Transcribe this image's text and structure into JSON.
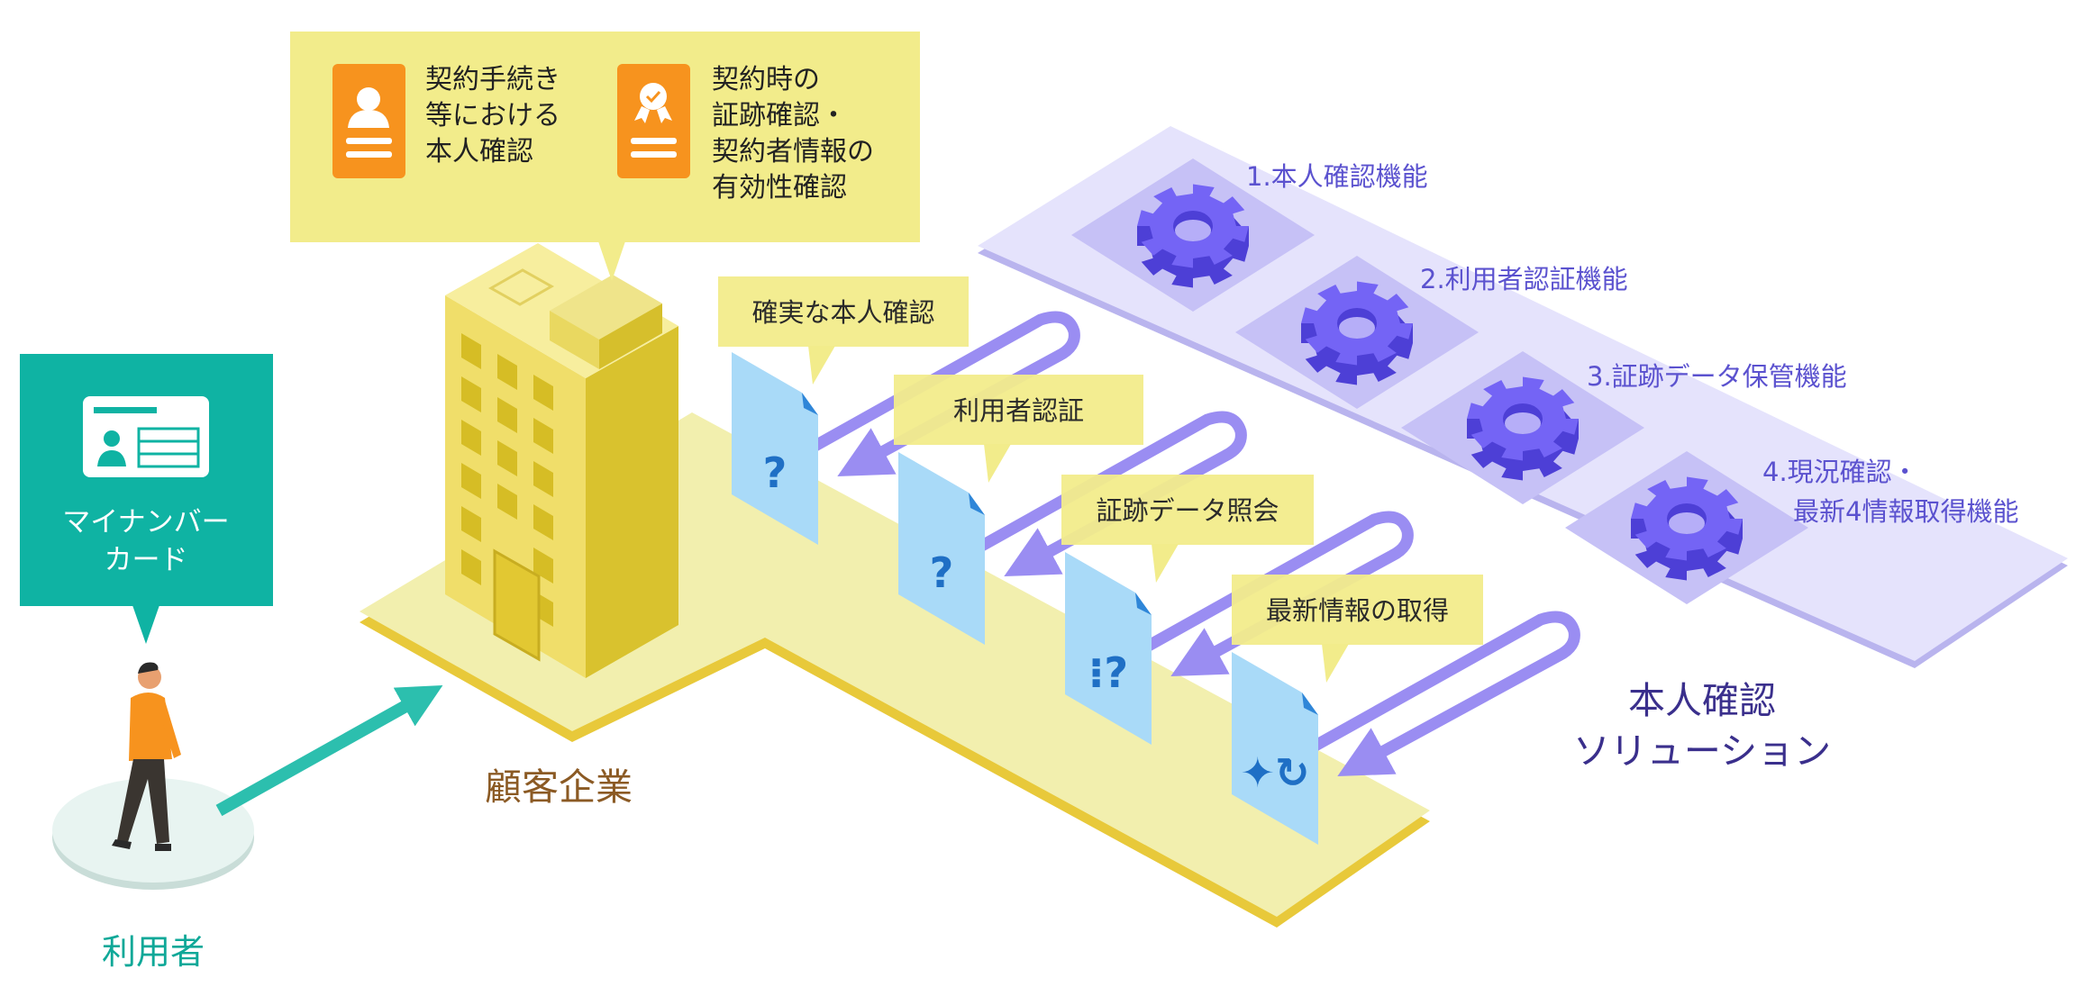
{
  "top_callout": {
    "item1": {
      "icon": "id-person-icon",
      "lines": [
        "契約手続き",
        "等における",
        "本人確認"
      ]
    },
    "item2": {
      "icon": "certificate-award-icon",
      "lines": [
        "契約時の",
        "証跡確認・",
        "契約者情報の",
        "有効性確認"
      ]
    }
  },
  "card_callout": {
    "icon": "id-card-icon",
    "lines": [
      "マイナンバー",
      "カード"
    ]
  },
  "user_label": "利用者",
  "company_label": "顧客企業",
  "solution_label": [
    "本人確認",
    "ソリューション"
  ],
  "functions": [
    {
      "lines": [
        "1.本人確認機能"
      ]
    },
    {
      "lines": [
        "2.利用者認証機能"
      ]
    },
    {
      "lines": [
        "3.証跡データ保管機能"
      ]
    },
    {
      "lines": [
        "4.現況確認・",
        "最新4情報取得機能"
      ]
    }
  ],
  "steps": [
    {
      "label": "確実な本人確認",
      "doc_icon": "person-question-icon"
    },
    {
      "label": "利用者認証",
      "doc_icon": "person-question-icon"
    },
    {
      "label": "証跡データ照会",
      "doc_icon": "footprints-question-icon"
    },
    {
      "label": "最新情報の取得",
      "doc_icon": "sparkle-refresh-icon"
    }
  ],
  "colors": {
    "callout_yellow": "#f2ec8b",
    "orange": "#f7931e",
    "teal": "#0fb3a3",
    "purple": "#6a5cf2",
    "purple_text": "#5b52cf",
    "solution_text": "#3a2f8c",
    "company_text": "#8b5a24"
  }
}
